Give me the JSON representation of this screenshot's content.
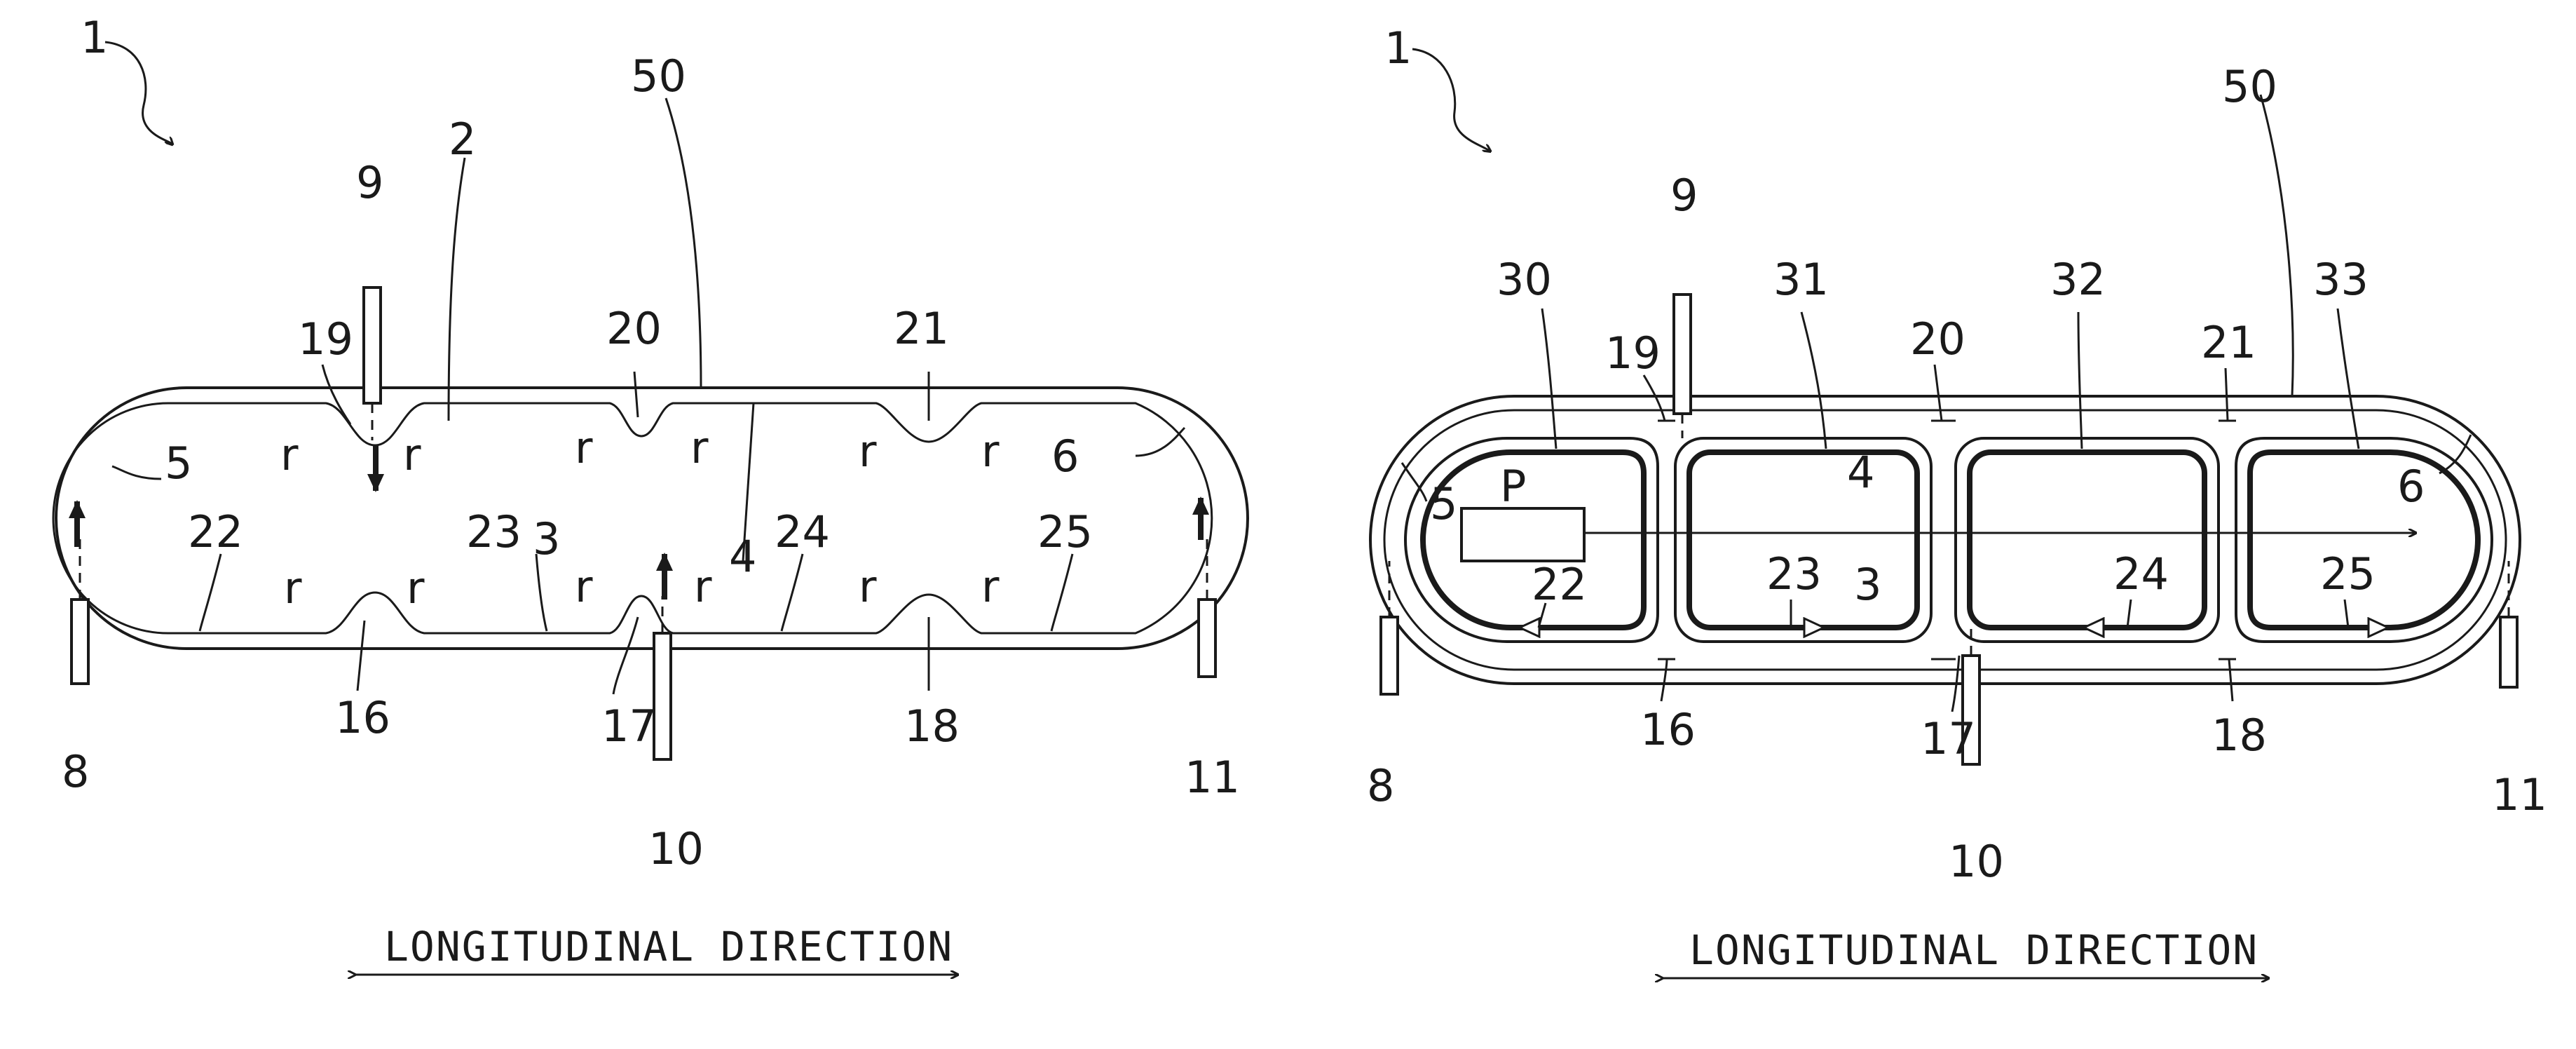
{
  "left_figure": {
    "labels": {
      "ref_1": "1",
      "ref_2": "2",
      "ref_3": "3",
      "ref_4": "4",
      "ref_5": "5",
      "ref_6": "6",
      "ref_8": "8",
      "ref_9": "9",
      "ref_10": "10",
      "ref_11": "11",
      "ref_16": "16",
      "ref_17": "17",
      "ref_18": "18",
      "ref_19": "19",
      "ref_20": "20",
      "ref_21": "21",
      "ref_22": "22",
      "ref_23": "23",
      "ref_24": "24",
      "ref_25": "25",
      "ref_50": "50",
      "radius": "r"
    },
    "caption": "LONGITUDINAL DIRECTION"
  },
  "right_figure": {
    "labels": {
      "ref_1": "1",
      "ref_3": "3",
      "ref_4": "4",
      "ref_5": "5",
      "ref_6": "6",
      "ref_8": "8",
      "ref_9": "9",
      "ref_10": "10",
      "ref_11": "11",
      "ref_16": "16",
      "ref_17": "17",
      "ref_18": "18",
      "ref_19": "19",
      "ref_20": "20",
      "ref_21": "21",
      "ref_22": "22",
      "ref_23": "23",
      "ref_24": "24",
      "ref_25": "25",
      "ref_30": "30",
      "ref_31": "31",
      "ref_32": "32",
      "ref_33": "33",
      "ref_50": "50",
      "ref_P": "P"
    },
    "caption": "LONGITUDINAL DIRECTION"
  }
}
